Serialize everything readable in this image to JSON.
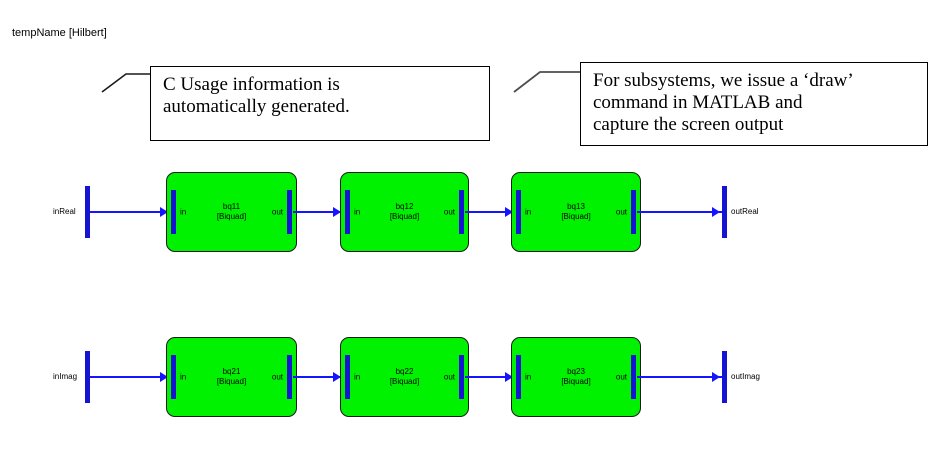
{
  "window": {
    "title": "tempName [Hilbert]"
  },
  "annotations": [
    {
      "id": "callout-1",
      "lines": [
        "C Usage information is",
        "automatically generated."
      ]
    },
    {
      "id": "callout-2",
      "lines": [
        "For subsystems, we issue a ‘draw’",
        "command in MATLAB and",
        "capture the screen output"
      ]
    }
  ],
  "colors": {
    "block_fill": "#00f200",
    "block_border": "#1a1a1a",
    "port": "#1414d2",
    "wire": "#1414ff",
    "background": "#ffffff",
    "text": "#000000"
  },
  "diagram": {
    "ports": {
      "in_label": "in",
      "out_label": "out"
    },
    "rows": [
      {
        "name": "real-path",
        "input": {
          "label": "inReal"
        },
        "output": {
          "label": "outReal"
        },
        "blocks": [
          {
            "name": "bq11",
            "type": "[Biquad]"
          },
          {
            "name": "bq12",
            "type": "[Biquad]"
          },
          {
            "name": "bq13",
            "type": "[Biquad]"
          }
        ]
      },
      {
        "name": "imag-path",
        "input": {
          "label": "inImag"
        },
        "output": {
          "label": "outImag"
        },
        "blocks": [
          {
            "name": "bq21",
            "type": "[Biquad]"
          },
          {
            "name": "bq22",
            "type": "[Biquad]"
          },
          {
            "name": "bq23",
            "type": "[Biquad]"
          }
        ]
      }
    ]
  }
}
